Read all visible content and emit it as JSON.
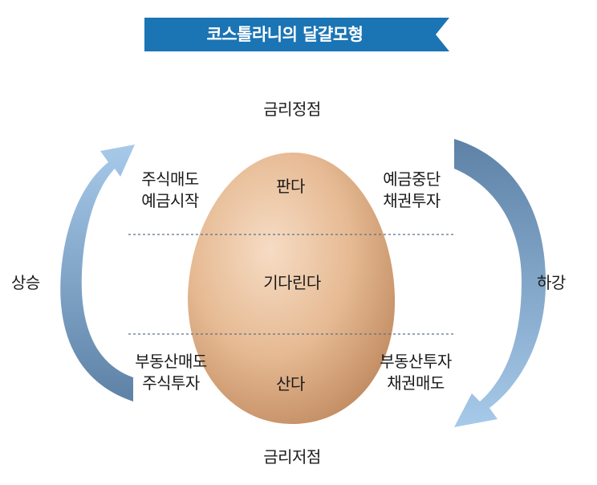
{
  "title": "코스톨라니의 달걀모형",
  "phases": {
    "peak": "금리정점",
    "trough": "금리저점",
    "rising": "상승",
    "falling": "하강"
  },
  "actions": {
    "sell": "판다",
    "wait": "기다린다",
    "buy": "산다"
  },
  "strategies": {
    "top_left": [
      "주식매도",
      "예금시작"
    ],
    "top_right": [
      "예금중단",
      "채권투자"
    ],
    "bottom_left": [
      "부동산매도",
      "주식투자"
    ],
    "bottom_right": [
      "부동산투자",
      "채권매도"
    ]
  },
  "colors": {
    "banner": "#1b74b4",
    "arrow_light": "#9ec3e6",
    "arrow_dark": "#5d82a6",
    "egg": "#e2b58c"
  }
}
